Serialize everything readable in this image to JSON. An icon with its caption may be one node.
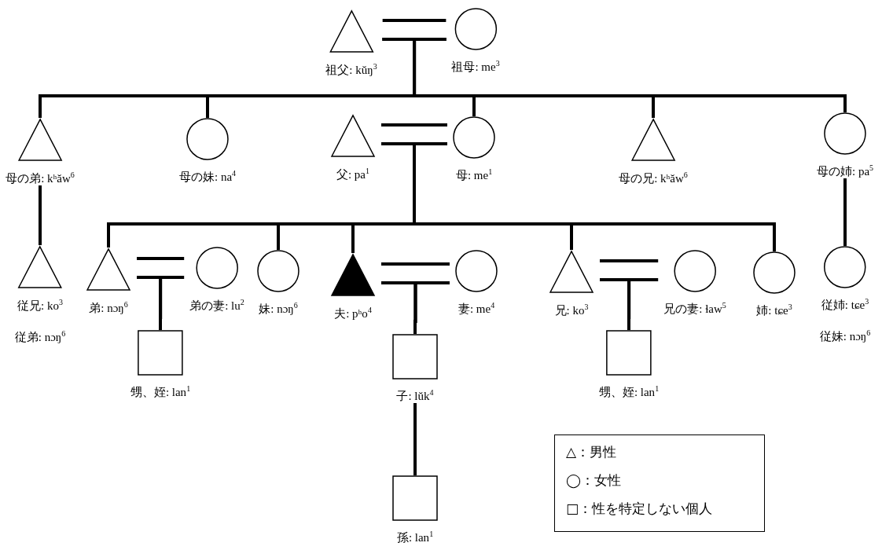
{
  "diagram": {
    "nodes": [
      {
        "text": [
          "祖父: kŭŋ$^{3}$"
        ]
      },
      {
        "text": [
          "祖母: me$^{3}$"
        ]
      },
      {
        "text": [
          "母の弟: kʰăw$^{6}$"
        ]
      },
      {
        "text": [
          "母の妹: na$^{4}$"
        ]
      },
      {
        "text": [
          "父: pa$^{1}$"
        ]
      },
      {
        "text": [
          "母: me$^{1}$"
        ]
      },
      {
        "text": [
          "母の兄: kʰăw$^{6}$"
        ]
      },
      {
        "text": [
          "母の姉: pa$^{5}$"
        ]
      },
      {
        "text": [
          "従兄: ko$^{3}$",
          "従弟: nɔŋ$^{6}$"
        ]
      },
      {
        "text": [
          "弟: nɔŋ$^{6}$"
        ]
      },
      {
        "text": [
          "弟の妻: lu$^{2}$"
        ]
      },
      {
        "text": [
          "妹: nɔŋ$^{6}$"
        ]
      },
      {
        "text": [
          "夫: pʰo$^{4}$"
        ]
      },
      {
        "text": [
          "妻: me$^{4}$"
        ]
      },
      {
        "text": [
          "兄: ko$^{3}$"
        ]
      },
      {
        "text": [
          "兄の妻: ɬaw$^{5}$"
        ]
      },
      {
        "text": [
          "姉: tɕe$^{3}$"
        ]
      },
      {
        "text": [
          "従姉: tɕe$^{3}$",
          "従妹: nɔŋ$^{6}$"
        ]
      },
      {
        "text": [
          "甥、姪: lan$^{1}$"
        ]
      },
      {
        "text": [
          "子: lŭk$^{4}$"
        ]
      },
      {
        "text": [
          "甥、姪: lan$^{1}$"
        ]
      },
      {
        "text": [
          "孫: lan$^{1}$"
        ]
      }
    ],
    "edges": [
      {
        "from": 0,
        "to": 1,
        "arrow": "none"
      },
      {
        "from": 0,
        "to": 2,
        "arrow": "none"
      },
      {
        "from": 1,
        "to": 2,
        "arrow": "none"
      },
      {
        "from": 0,
        "to": 3,
        "arrow": "none"
      },
      {
        "from": 1,
        "to": 3,
        "arrow": "none"
      },
      {
        "from": 0,
        "to": 5,
        "arrow": "none"
      },
      {
        "from": 1,
        "to": 5,
        "arrow": "none"
      },
      {
        "from": 0,
        "to": 6,
        "arrow": "none"
      },
      {
        "from": 1,
        "to": 6,
        "arrow": "none"
      },
      {
        "from": 0,
        "to": 7,
        "arrow": "none"
      },
      {
        "from": 1,
        "to": 7,
        "arrow": "none"
      },
      {
        "from": 4,
        "to": 5,
        "arrow": "none"
      },
      {
        "from": 4,
        "to": 9,
        "arrow": "none"
      },
      {
        "from": 5,
        "to": 9,
        "arrow": "none"
      },
      {
        "from": 4,
        "to": 11,
        "arrow": "none"
      },
      {
        "from": 5,
        "to": 11,
        "arrow": "none"
      },
      {
        "from": 4,
        "to": 12,
        "arrow": "none"
      },
      {
        "from": 5,
        "to": 12,
        "arrow": "none"
      },
      {
        "from": 4,
        "to": 14,
        "arrow": "none"
      },
      {
        "from": 5,
        "to": 14,
        "arrow": "none"
      },
      {
        "from": 4,
        "to": 16,
        "arrow": "none"
      },
      {
        "from": 5,
        "to": 16,
        "arrow": "none"
      },
      {
        "from": 2,
        "to": 8,
        "arrow": "none"
      },
      {
        "from": 7,
        "to": 17,
        "arrow": "none"
      },
      {
        "from": 9,
        "to": 10,
        "arrow": "none"
      },
      {
        "from": 9,
        "to": 18,
        "arrow": "none"
      },
      {
        "from": 10,
        "to": 18,
        "arrow": "none"
      },
      {
        "from": 12,
        "to": 13,
        "arrow": "none"
      },
      {
        "from": 12,
        "to": 19,
        "arrow": "none"
      },
      {
        "from": 13,
        "to": 19,
        "arrow": "none"
      },
      {
        "from": 14,
        "to": 15,
        "arrow": "none"
      },
      {
        "from": 14,
        "to": 20,
        "arrow": "none"
      },
      {
        "from": 15,
        "to": 20,
        "arrow": "none"
      },
      {
        "from": 19,
        "to": 21,
        "arrow": "none"
      }
    ],
    "legend": [
      {
        "text": "△：男性"
      },
      {
        "text": "◯：女性"
      },
      {
        "text": "□：性を特定しない個人"
      }
    ]
  }
}
